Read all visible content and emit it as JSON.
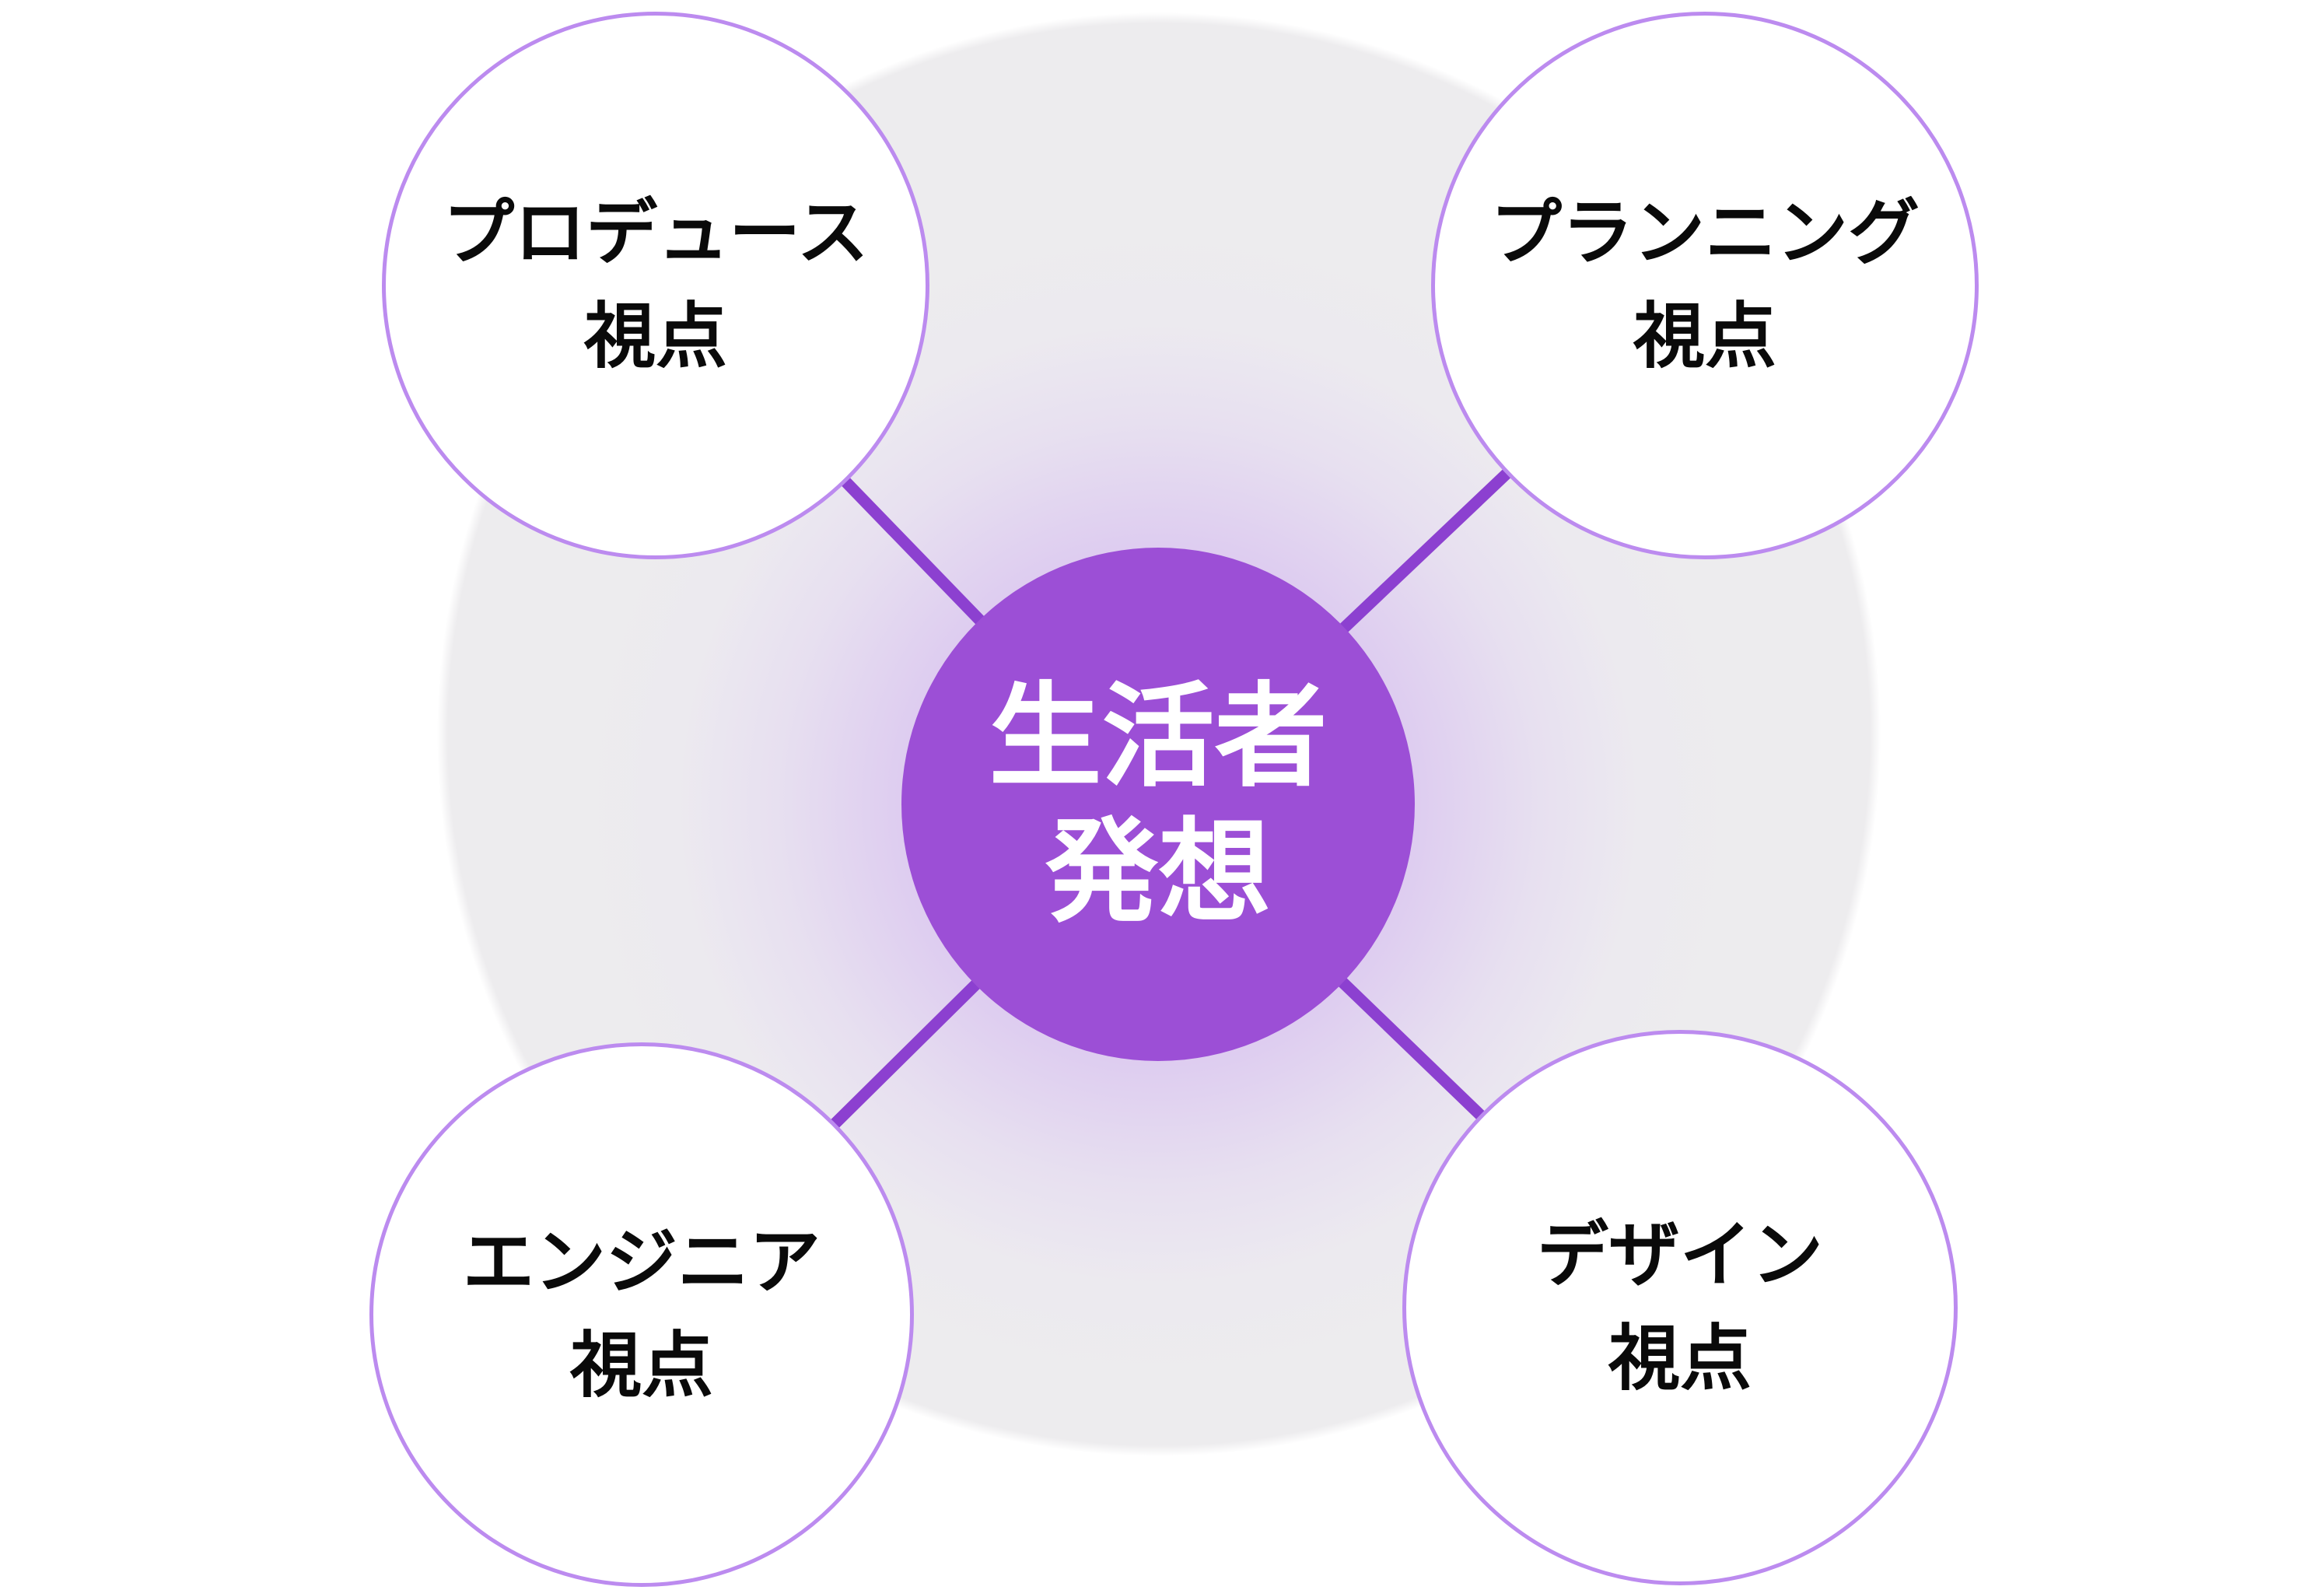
{
  "diagram": {
    "center_node": {
      "line1": "生活者",
      "line2": "発想"
    },
    "nodes": [
      {
        "position": "top-left",
        "line1": "プロデュース",
        "line2": "視点"
      },
      {
        "position": "top-right",
        "line1": "プランニング",
        "line2": "視点"
      },
      {
        "position": "bottom-left",
        "line1": "エンジニア",
        "line2": "視点"
      },
      {
        "position": "bottom-right",
        "line1": "デザイン",
        "line2": "視点"
      }
    ],
    "colors": {
      "center_fill": "#9C4FD6",
      "center_text": "#FFFFFF",
      "node_fill": "#FFFFFF",
      "node_border": "#BC8BEF",
      "node_text": "#0A0A0A",
      "connector": "#8C40D0",
      "glow_inner": "#D8BFEE",
      "disk_gray": "#EDECEE"
    }
  }
}
